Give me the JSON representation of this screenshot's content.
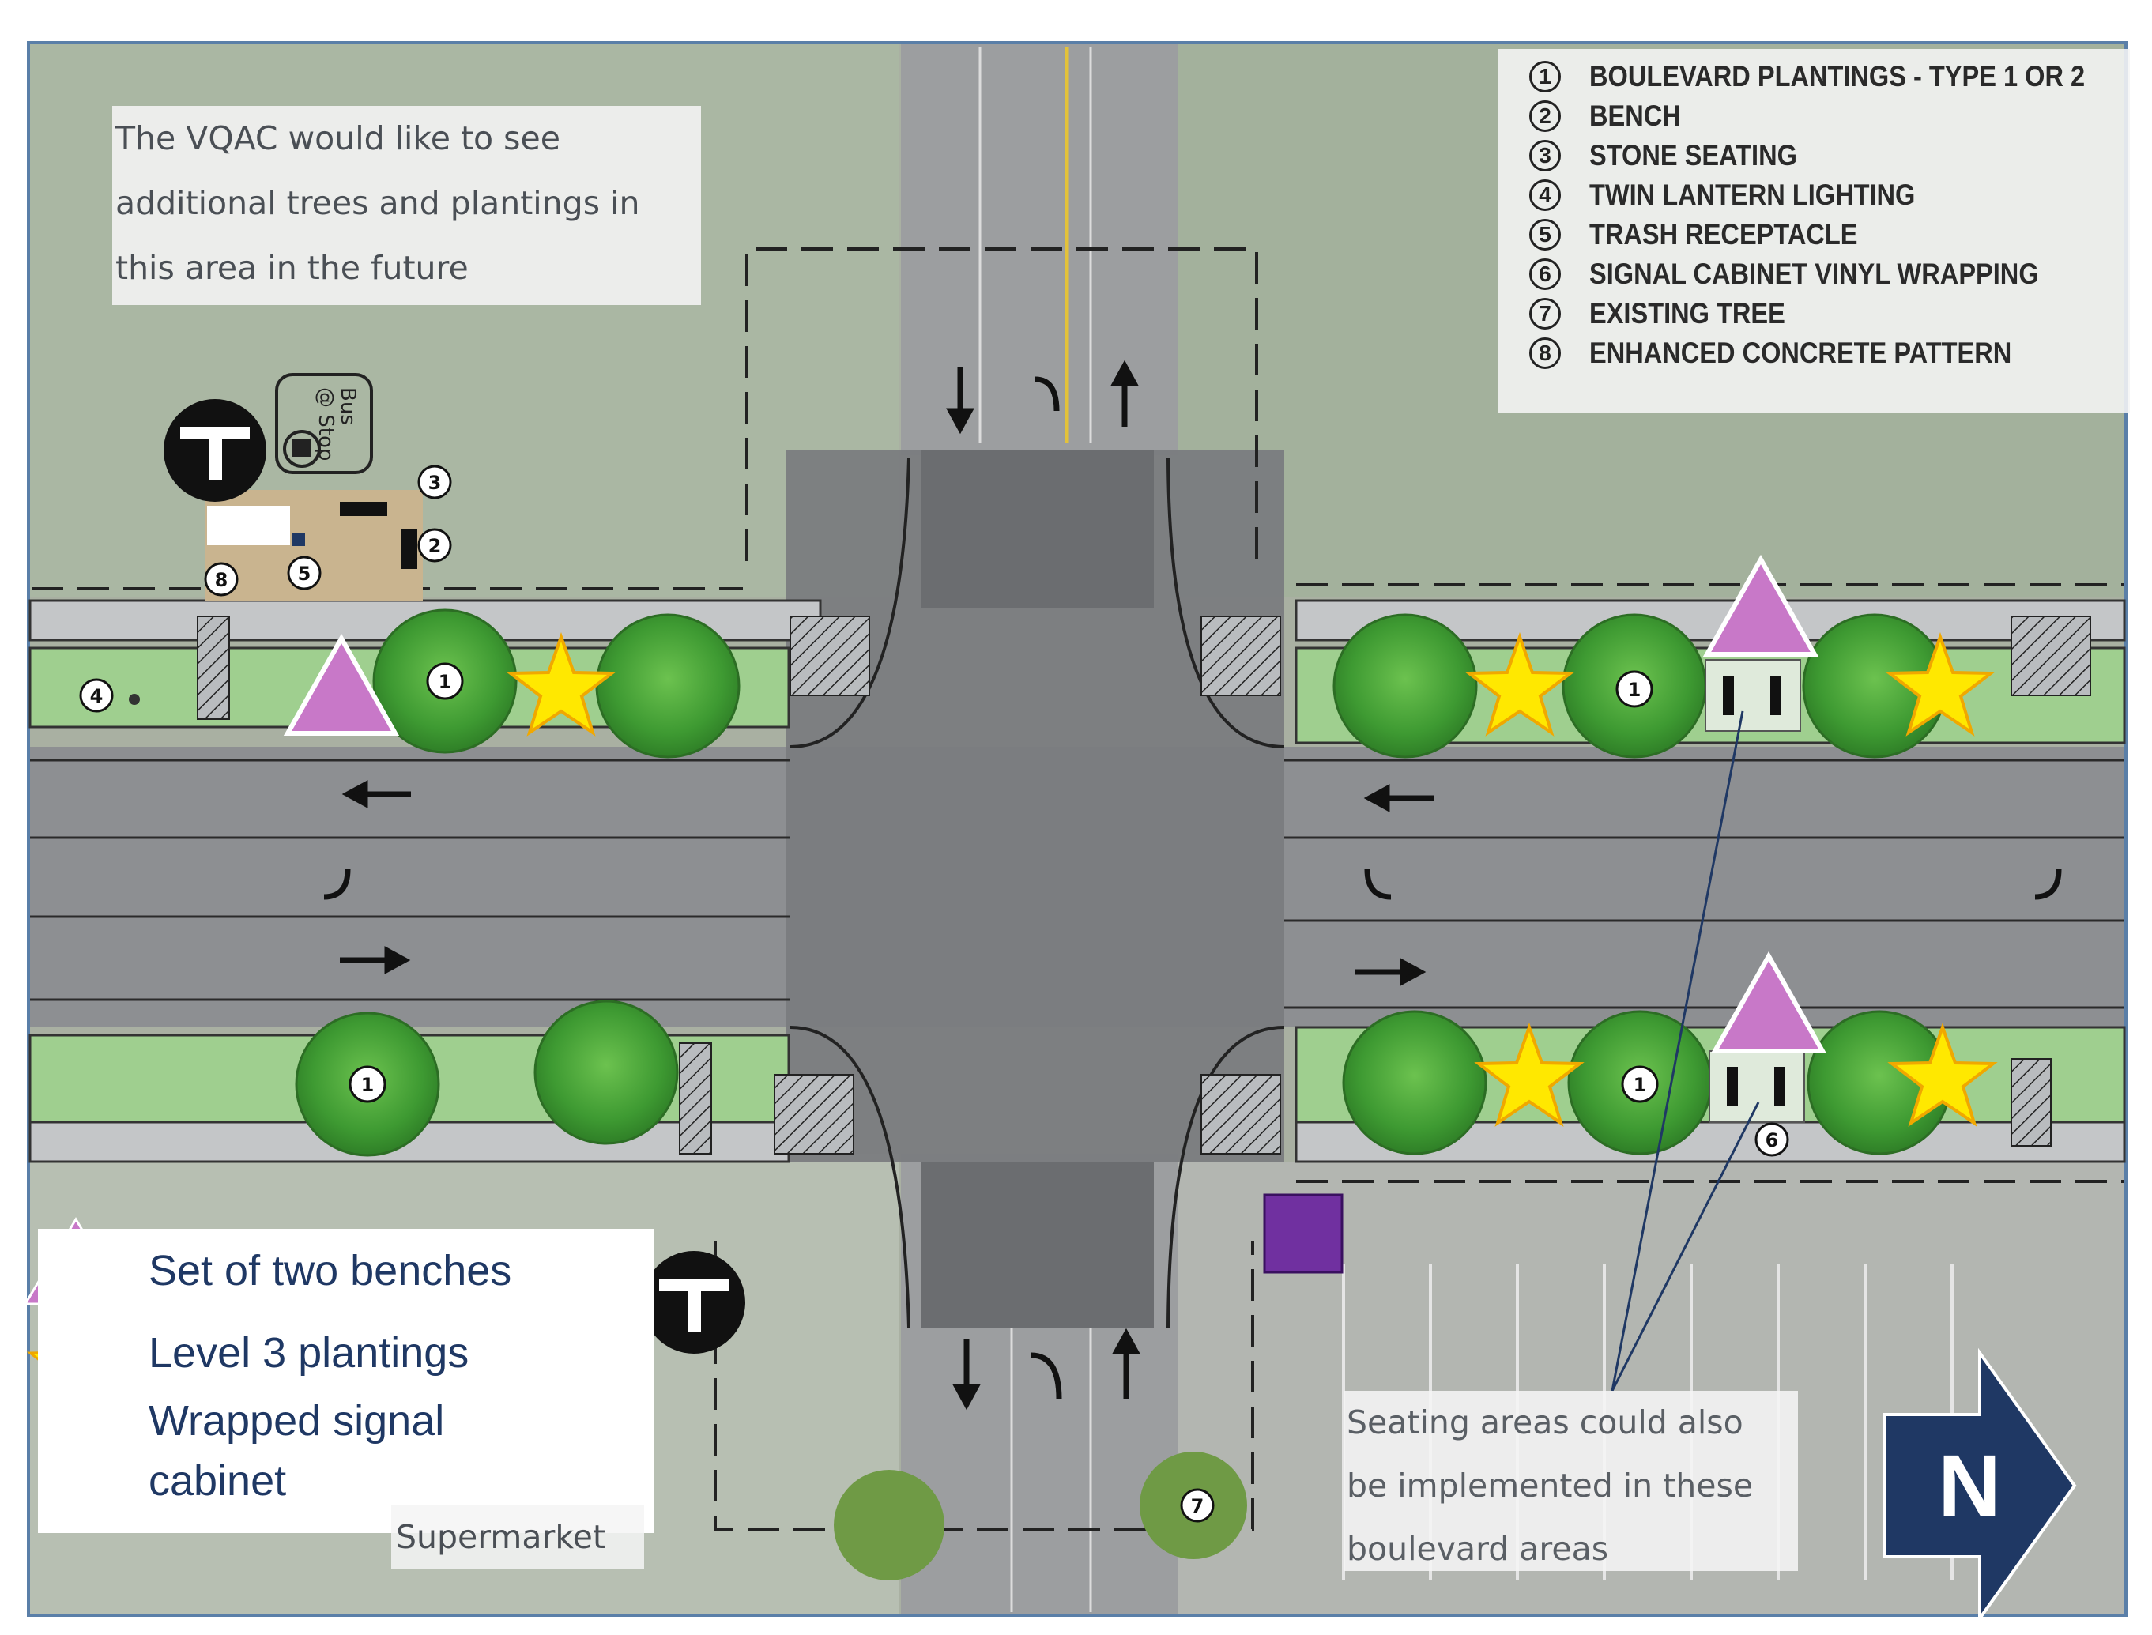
{
  "notes": {
    "vqac": [
      "The VQAC would like to see",
      "additional trees and plantings in",
      "this area in the future"
    ],
    "seating": [
      "Seating areas could also",
      "be implemented in these",
      "boulevard areas"
    ],
    "supermarket": "Supermarket"
  },
  "key": [
    {
      "num": "1",
      "label": "BOULEVARD PLANTINGS - TYPE 1 OR 2"
    },
    {
      "num": "2",
      "label": "BENCH"
    },
    {
      "num": "3",
      "label": "STONE SEATING"
    },
    {
      "num": "4",
      "label": "TWIN LANTERN LIGHTING"
    },
    {
      "num": "5",
      "label": "TRASH RECEPTACLE"
    },
    {
      "num": "6",
      "label": "SIGNAL CABINET VINYL WRAPPING"
    },
    {
      "num": "7",
      "label": "EXISTING TREE"
    },
    {
      "num": "8",
      "label": "ENHANCED CONCRETE PATTERN"
    }
  ],
  "legend": {
    "benches": "Set of two benches",
    "plantings": "Level 3 plantings",
    "cabinet_line1": "Wrapped signal",
    "cabinet_line2": "cabinet"
  },
  "bus_stop": {
    "line1": "Bus",
    "line2": "@ Stop"
  },
  "north_label": "N",
  "callouts": {
    "c1": "1",
    "c2": "2",
    "c3": "3",
    "c4": "4",
    "c5": "5",
    "c6": "6",
    "c7": "7",
    "c8": "8"
  },
  "colors": {
    "road": "#8d8f92",
    "intersection": "#7a7c7f",
    "planting_strip": "#9fcf8f",
    "tree": "#3f9b35",
    "bench_marker": "#c878c8",
    "star": "#ffe800",
    "cabinet": "#7030a0",
    "north_arrow": "#1f3864",
    "legend_text": "#1f3864"
  }
}
